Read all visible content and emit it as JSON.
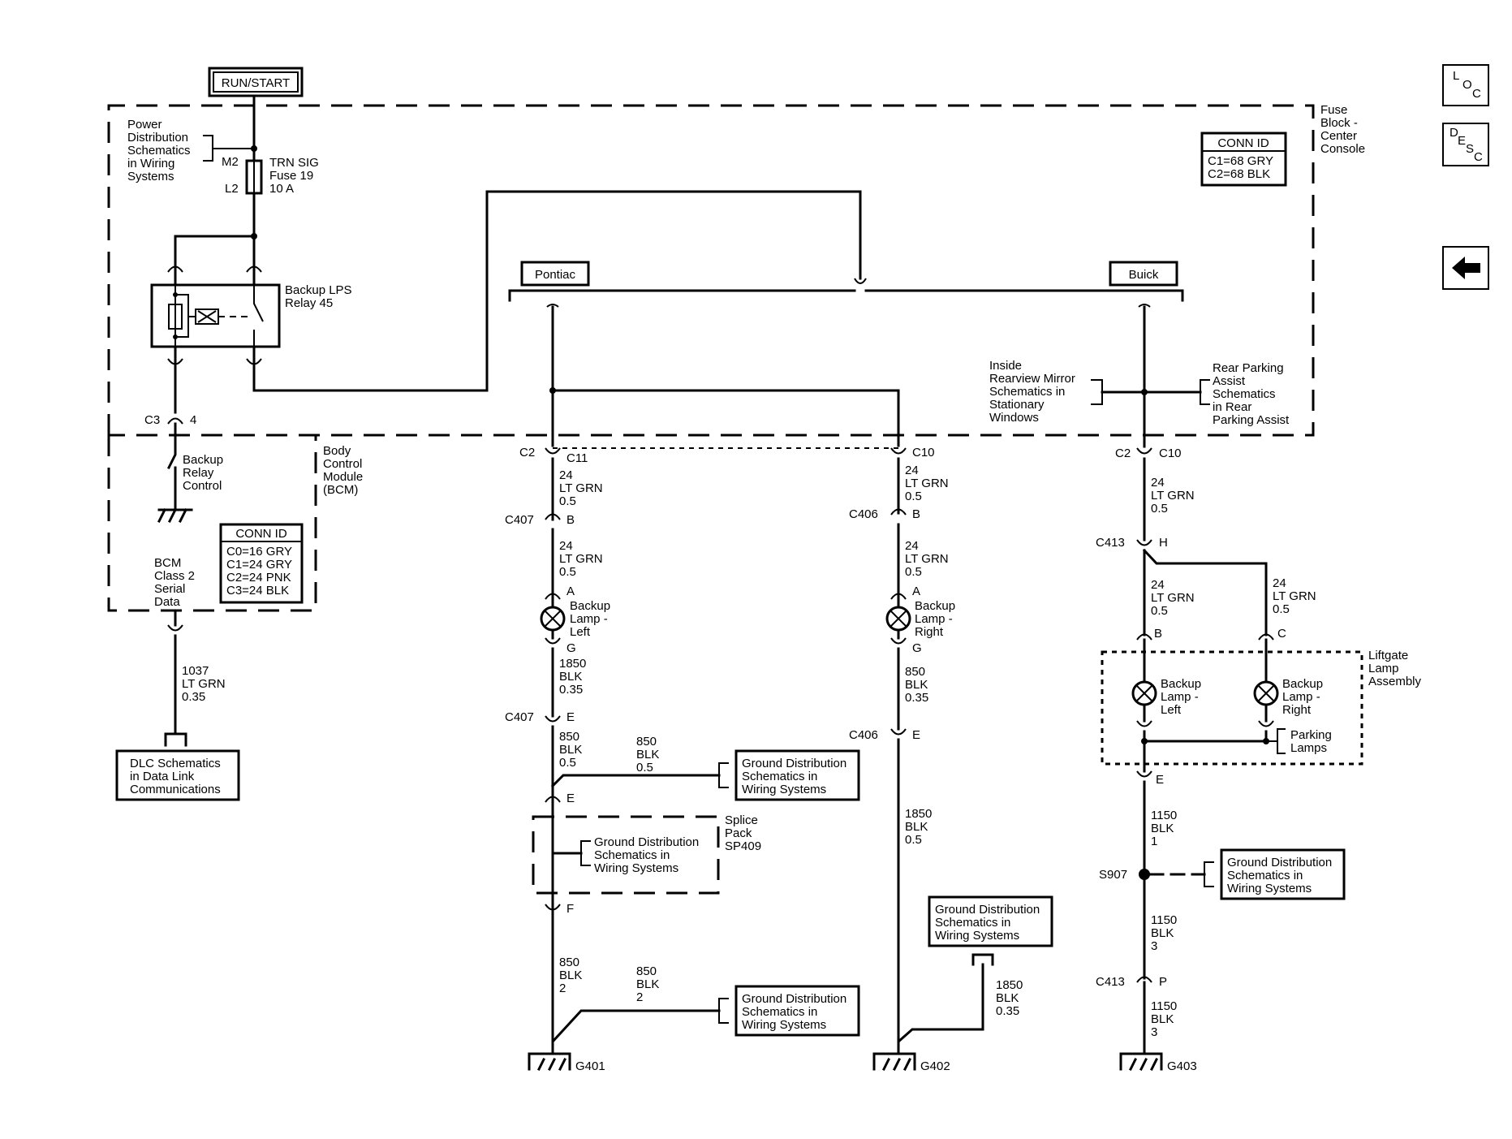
{
  "power": {
    "run_start": "RUN/START",
    "pds_ref": [
      "Power",
      "Distribution",
      "Schematics",
      "in Wiring",
      "Systems"
    ],
    "m2": "M2",
    "l2": "L2",
    "fuse": [
      "TRN SIG",
      "Fuse 19",
      "10 A"
    ],
    "relay": [
      "Backup LPS",
      "Relay 45"
    ],
    "c3": "C3",
    "c3_pin": "4"
  },
  "fuse_block": {
    "name": [
      "Fuse",
      "Block -",
      "Center",
      "Console"
    ],
    "conn_title": "CONN ID",
    "conn": [
      "C1=68 GRY",
      "C2=68 BLK"
    ]
  },
  "bcm": {
    "name": [
      "Body",
      "Control",
      "Module",
      "(BCM)"
    ],
    "relay_control": [
      "Backup",
      "Relay",
      "Control"
    ],
    "serial": [
      "BCM",
      "Class 2",
      "Serial",
      "Data"
    ],
    "conn_title": "CONN ID",
    "conn": [
      "C0=16 GRY",
      "C1=24 GRY",
      "C2=24 PNK",
      "C3=24 BLK"
    ],
    "wire": [
      "1037",
      "LT GRN",
      "0.35"
    ],
    "dlc": [
      "DLC Schematics",
      "in Data Link",
      "Communications"
    ]
  },
  "pontiac": {
    "label": "Pontiac",
    "c2": "C2",
    "c11": "C11",
    "c10": "C10",
    "w24_left": [
      "24",
      "LT GRN",
      "0.5"
    ],
    "c407": "C407",
    "pin_b": "B",
    "w24_left2": [
      "24",
      "LT GRN",
      "0.5"
    ],
    "pin_a": "A",
    "lamp_left": [
      "Backup",
      "Lamp -",
      "Left"
    ],
    "pin_g": "G",
    "w1850_left": [
      "1850",
      "BLK",
      "0.35"
    ],
    "c407b": "C407",
    "pin_e": "E",
    "w850_a": [
      "850",
      "BLK",
      "0.5"
    ],
    "w850_b": [
      "850",
      "BLK",
      "0.5"
    ],
    "ground_ref_1": [
      "Ground Distribution",
      "Schematics in",
      "Wiring Systems"
    ],
    "splice_pin_e": "E",
    "splice_name": [
      "Splice",
      "Pack",
      "SP409"
    ],
    "splice_ref": [
      "Ground Distribution",
      "Schematics in",
      "Wiring Systems"
    ],
    "splice_pin_f": "F",
    "w850_c": [
      "850",
      "BLK",
      "2"
    ],
    "w850_d": [
      "850",
      "BLK",
      "2"
    ],
    "ground_ref_2": [
      "Ground Distribution",
      "Schematics in",
      "Wiring Systems"
    ],
    "g401": "G401",
    "w24_right": [
      "24",
      "LT GRN",
      "0.5"
    ],
    "c406": "C406",
    "pin_b_r": "B",
    "w24_right2": [
      "24",
      "LT GRN",
      "0.5"
    ],
    "pin_a_r": "A",
    "lamp_right": [
      "Backup",
      "Lamp -",
      "Right"
    ],
    "pin_g_r": "G",
    "w850_right": [
      "850",
      "BLK",
      "0.35"
    ],
    "c406b": "C406",
    "pin_e_r": "E",
    "w1850_right": [
      "1850",
      "BLK",
      "0.5"
    ],
    "ground_ref_3": [
      "Ground Distribution",
      "Schematics in",
      "Wiring Systems"
    ],
    "w1850_g402": [
      "1850",
      "BLK",
      "0.35"
    ],
    "g402": "G402"
  },
  "buick": {
    "label": "Buick",
    "mirror_ref": [
      "Inside",
      "Rearview Mirror",
      "Schematics in",
      "Stationary",
      "Windows"
    ],
    "rpa_ref": [
      "Rear Parking",
      "Assist",
      "Schematics",
      "in Rear",
      "Parking Assist"
    ],
    "c2": "C2",
    "c10": "C10",
    "w24": [
      "24",
      "LT GRN",
      "0.5"
    ],
    "c413": "C413",
    "pin_h": "H",
    "w24_b": [
      "24",
      "LT GRN",
      "0.5"
    ],
    "w24_c": [
      "24",
      "LT GRN",
      "0.5"
    ],
    "pin_b": "B",
    "pin_c": "C",
    "liftgate": [
      "Liftgate",
      "Lamp",
      "Assembly"
    ],
    "lamp_left": [
      "Backup",
      "Lamp -",
      "Left"
    ],
    "lamp_right": [
      "Backup",
      "Lamp -",
      "Right"
    ],
    "parking": [
      "Parking",
      "Lamps"
    ],
    "pin_e": "E",
    "w1150_a": [
      "1150",
      "BLK",
      "1"
    ],
    "s907": "S907",
    "ground_ref": [
      "Ground Distribution",
      "Schematics in",
      "Wiring Systems"
    ],
    "w1150_b": [
      "1150",
      "BLK",
      "3"
    ],
    "c413b": "C413",
    "pin_p": "P",
    "w1150_c": [
      "1150",
      "BLK",
      "3"
    ],
    "g403": "G403"
  },
  "nav": {
    "loc": [
      "L",
      "O",
      "C"
    ],
    "desc": [
      "D",
      "E",
      "S",
      "C"
    ]
  }
}
